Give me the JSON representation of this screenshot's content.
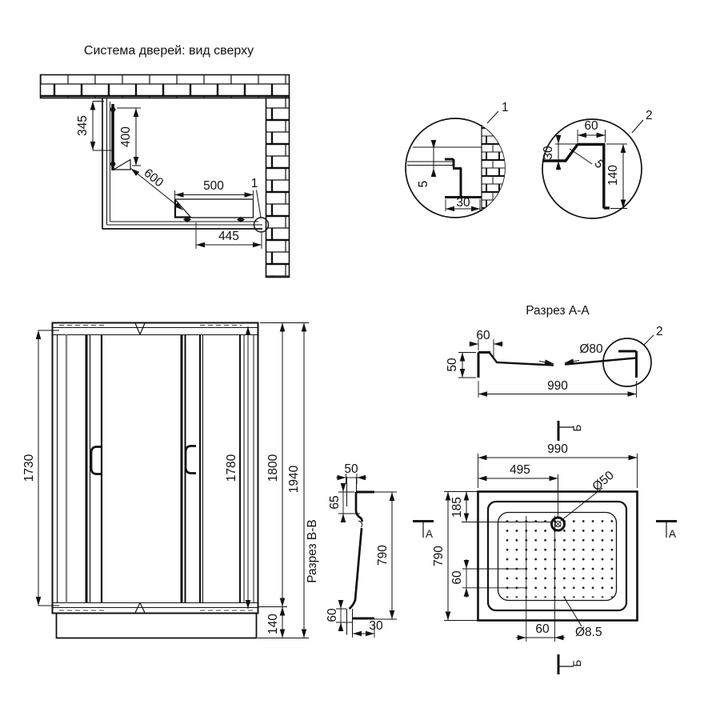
{
  "top_view": {
    "title": "Система дверей: вид сверху",
    "dims": {
      "d345": "345",
      "d400": "400",
      "d600": "600",
      "d500": "500",
      "d445": "445"
    },
    "callout_1": "1"
  },
  "detail_1": {
    "callout": "1",
    "dims": {
      "d5": "5",
      "d30": "30"
    }
  },
  "detail_2": {
    "callout": "2",
    "dims": {
      "d60": "60",
      "d30": "30",
      "d5": "5",
      "d140": "140"
    }
  },
  "section_aa": {
    "title": "Разрез А-А",
    "callout": "2",
    "dims": {
      "d60": "60",
      "d50": "50",
      "d80": "Ø80",
      "d990": "990"
    }
  },
  "front_view": {
    "dims": {
      "d1730": "1730",
      "d1780": "1780",
      "d1800": "1800",
      "d1940": "1940",
      "d140": "140"
    }
  },
  "section_bb": {
    "title": "Разрез В-В",
    "dims": {
      "d50": "50",
      "d65": "65",
      "d790": "790",
      "d60": "60",
      "d30": "30"
    }
  },
  "tray_view": {
    "dims": {
      "d990": "990",
      "d495": "495",
      "d50": "Ø50",
      "d185": "185",
      "d790": "790",
      "d60_row": "60",
      "d60_col": "60",
      "d85": "Ø8.5"
    },
    "markers": {
      "a": "А",
      "b": "Б"
    }
  },
  "colors": {
    "line": "#111111",
    "grey_panel": "#8a8a8a",
    "background": "#ffffff"
  }
}
